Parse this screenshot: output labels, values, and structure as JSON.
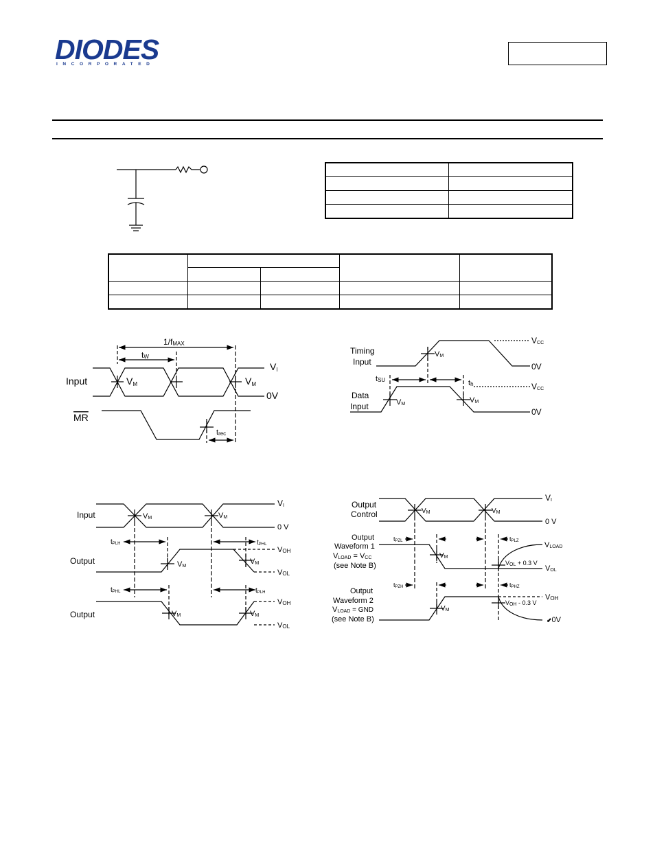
{
  "header": {
    "logo_word": "DIODES",
    "logo_sub": "INCORPORATED",
    "part_number": ""
  },
  "pin_table": {
    "rows": [
      [
        "",
        ""
      ],
      [
        "",
        ""
      ],
      [
        "",
        ""
      ],
      [
        "",
        ""
      ]
    ]
  },
  "ac_table": {
    "rows": []
  },
  "fig1": {
    "period_label": "1/f",
    "period_sub": "MAX",
    "width_label": "t",
    "width_sub": "W",
    "input_label": "Input",
    "vm": "V",
    "vm_sub": "M",
    "vi": "V",
    "vi_sub": "I",
    "zero": "0V",
    "mr_label": "MR",
    "trec": "t",
    "trec_sub": "rec"
  },
  "fig2": {
    "timing_input": [
      "Timing",
      "Input"
    ],
    "data_input": [
      "Data",
      "Input"
    ],
    "tsu": "t",
    "tsu_sub": "SU",
    "th": "t",
    "th_sub": "h",
    "vcc": "V",
    "vcc_sub": "CC",
    "zero": "0V",
    "vm": "V",
    "vm_sub": "M"
  },
  "fig3": {
    "input_label": "Input",
    "output_label": "Output",
    "vi": "V",
    "vi_sub": "I",
    "zero": "0 V",
    "tplh": "t",
    "tplh_sub": "PLH",
    "tphl": "t",
    "tphl_sub": "PHL",
    "voh": "V",
    "voh_sub": "OH",
    "vol": "V",
    "vol_sub": "OL",
    "vm": "V",
    "vm_sub": "M"
  },
  "fig4": {
    "output_control": [
      "Output",
      "Control"
    ],
    "wf1": [
      "Output",
      "Waveform 1"
    ],
    "wf1_vload": "V",
    "wf1_vload_sub": "LOAD",
    "wf1_eq": " = V",
    "wf1_eq_sub": "CC",
    "wf1_note": "(see Note B)",
    "wf2": [
      "Output",
      "Waveform 2"
    ],
    "wf2_vload": "V",
    "wf2_vload_sub": "LOAD",
    "wf2_eq": "  = GND",
    "wf2_note": "(see Note B)",
    "vi": "V",
    "vi_sub": "I",
    "zero": "0 V",
    "zero2": "0V",
    "vm": "V",
    "vm_sub": "M",
    "tpzl": "t",
    "tpzl_sub": "PZL",
    "tplz": "t",
    "tplz_sub": "PLZ",
    "tpzh": "t",
    "tpzh_sub": "PZH",
    "tphz": "t",
    "tphz_sub": "PHZ",
    "vload": "V",
    "vload_sub": "LOAD",
    "vol_plus": "V",
    "vol_plus_sub": "OL",
    "vol_plus_tail": " + 0.3 V",
    "vol": "V",
    "vol_sub": "OL",
    "voh": "V",
    "voh_sub": "OH",
    "voh_minus": "V",
    "voh_minus_sub": "OH",
    "voh_minus_tail": " - 0.3 V"
  }
}
